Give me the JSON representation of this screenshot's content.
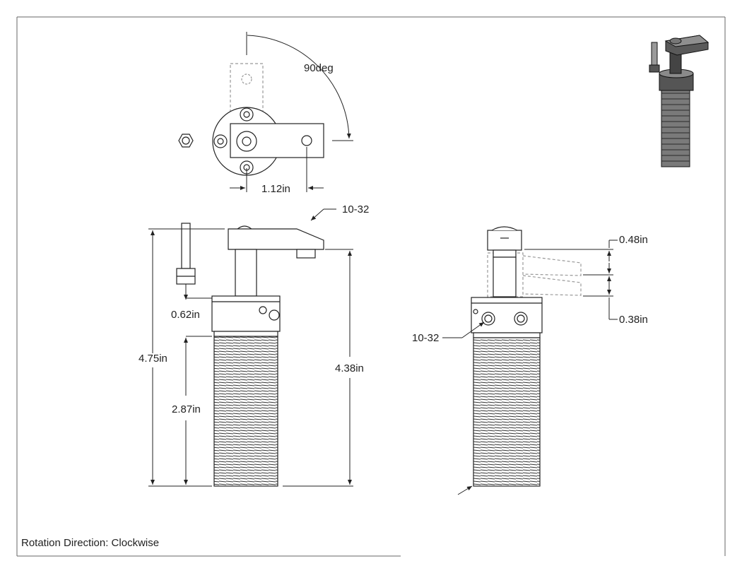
{
  "dimensions": {
    "rotation_angle": "90deg",
    "arm_length": "1.12in",
    "thread_callout_top": "10-32",
    "overall_height": "4.75in",
    "flange_height": "0.62in",
    "body_height": "2.87in",
    "clamp_height": "4.38in",
    "stroke_upper": "0.48in",
    "stroke_lower": "0.38in",
    "port_thread": "10-32"
  },
  "caption": "Rotation Direction: Clockwise"
}
